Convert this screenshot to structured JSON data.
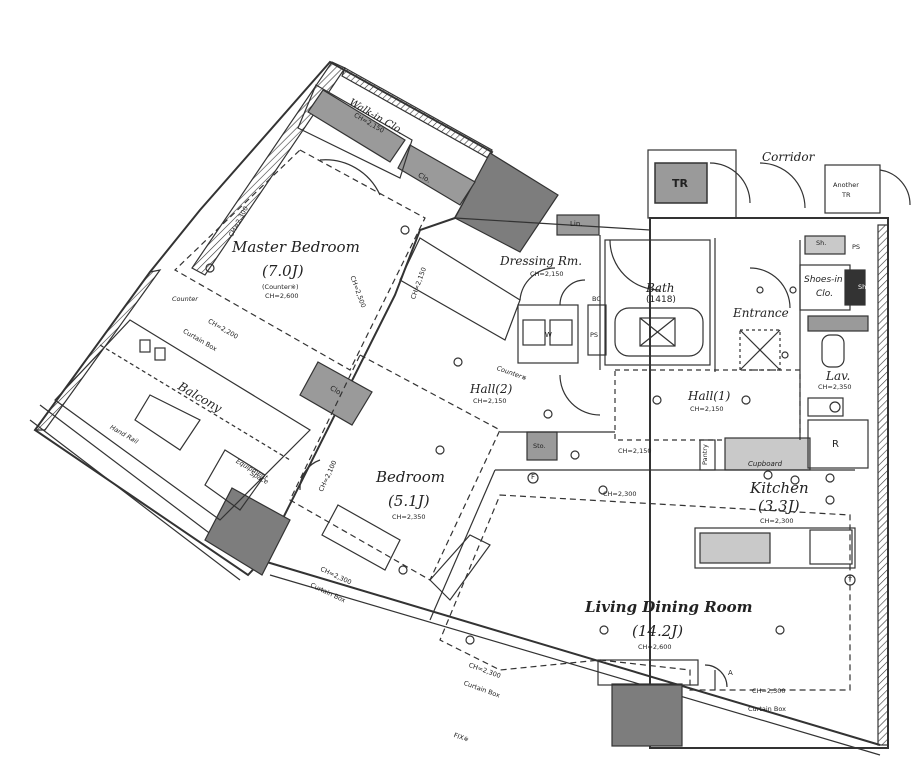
{
  "rooms": {
    "corridor": "Corridor",
    "tr": "TR",
    "another_tr_line1": "Another",
    "another_tr_line2": "TR",
    "walkin_clo": "Walk-in Clo.",
    "walkin_ch": "CH=2,150",
    "master_clo": "Clo.",
    "master_bedroom": "Master Bedroom",
    "master_size": "(7.0J)",
    "master_counter": "(Counter※)",
    "master_ch": "CH=2,600",
    "master_ch_side": "CH=2,500",
    "master_ch_left": "CH=2,300",
    "master_ch_bottom": "CH=2,200",
    "counter_left": "Counter",
    "curtain_box_master": "Curtain Box",
    "dressing": "Dressing Rm.",
    "dressing_ch": "CH=2,150",
    "lin": "Lin.",
    "bath": "Bath",
    "bath_size": "(1418)",
    "bc": "BC",
    "ps_bath": "PS",
    "w": "W",
    "entrance": "Entrance",
    "sh": "Sh.",
    "ps_right": "PS",
    "shoes_in": "Shoes-in",
    "shoes_clo": "Clo.",
    "sh_side": "Sh",
    "lav": "Lav.",
    "lav_ch": "CH=2,350",
    "r": "R",
    "hall2": "Hall(2)",
    "hall2_ch": "CH=2,150",
    "counter_hall": "Counter※",
    "hall1": "Hall(1)",
    "hall1_ch": "CH=2,150",
    "sto": "Sto.",
    "ch_2150_hall": "CH=2,150",
    "ch_2150_v": "CH=2,150",
    "pantry": "Pantry",
    "cupboard": "Cupboard",
    "kitchen": "Kitchen",
    "kitchen_size": "(3.3J)",
    "kitchen_ch": "CH=2,300",
    "bed_clo": "Clo.",
    "bedroom": "Bedroom",
    "bedroom_size": "(5.1J)",
    "bedroom_ch": "CH=2,350",
    "bedroom_ch_side": "CH=2,100",
    "bedroom_ch_bottom": "CH=2,300",
    "curtain_box_bed": "Curtain Box",
    "balcony": "Balcony",
    "hand_rail": "Hand Rail",
    "equipment_line1": "Equipment",
    "equipment_line2": "Space",
    "ldr": "Living Dining Room",
    "ldr_size": "(14.2J)",
    "ldr_ch": "CH=2,600",
    "ldr_ch_top": "CH=2,300",
    "ldr_ch_left": "CH=2,300",
    "ldr_ch_right": "CH=2,300",
    "curtain_box_ldr": "Curtain Box",
    "curtain_box_bottom": "Curtain Box",
    "fix": "FIX※",
    "a_mark": "A",
    "f_mark": "F",
    "t_mark": "T",
    "ps_mark": "PS"
  },
  "colors": {
    "line": "#333333",
    "shade": "#9a9a9a",
    "dark_block": "#7d7d7d",
    "light_shade": "#c9c9c9"
  }
}
